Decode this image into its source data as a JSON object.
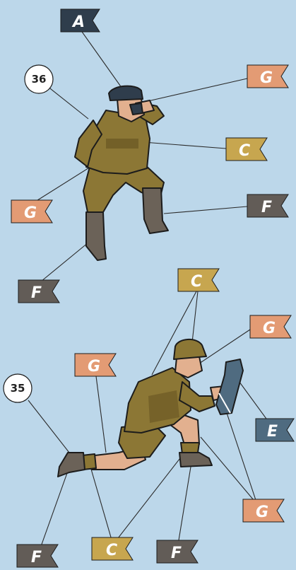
{
  "colors": {
    "background": "#bcd7ea",
    "A": "#2f3d4c",
    "C": "#c7a64f",
    "E": "#4f6b80",
    "F": "#625c57",
    "G": "#e39b74",
    "uniform": "#8c7735",
    "uniform_shadow": "#5f4e1e",
    "skin": "#e2b08f",
    "boots": "#6b6258",
    "cap": "#2f3d4c"
  },
  "figures": [
    {
      "number": "36",
      "callouts": [
        {
          "letter": "A",
          "color_key": "A"
        },
        {
          "letter": "G",
          "color_key": "G"
        },
        {
          "letter": "C",
          "color_key": "C"
        },
        {
          "letter": "G",
          "color_key": "G"
        },
        {
          "letter": "F",
          "color_key": "F"
        },
        {
          "letter": "F",
          "color_key": "F"
        }
      ]
    },
    {
      "number": "35",
      "callouts": [
        {
          "letter": "C",
          "color_key": "C"
        },
        {
          "letter": "G",
          "color_key": "G"
        },
        {
          "letter": "G",
          "color_key": "G"
        },
        {
          "letter": "E",
          "color_key": "E"
        },
        {
          "letter": "G",
          "color_key": "G"
        },
        {
          "letter": "F",
          "color_key": "F"
        },
        {
          "letter": "C",
          "color_key": "C"
        },
        {
          "letter": "F",
          "color_key": "F"
        }
      ]
    }
  ]
}
